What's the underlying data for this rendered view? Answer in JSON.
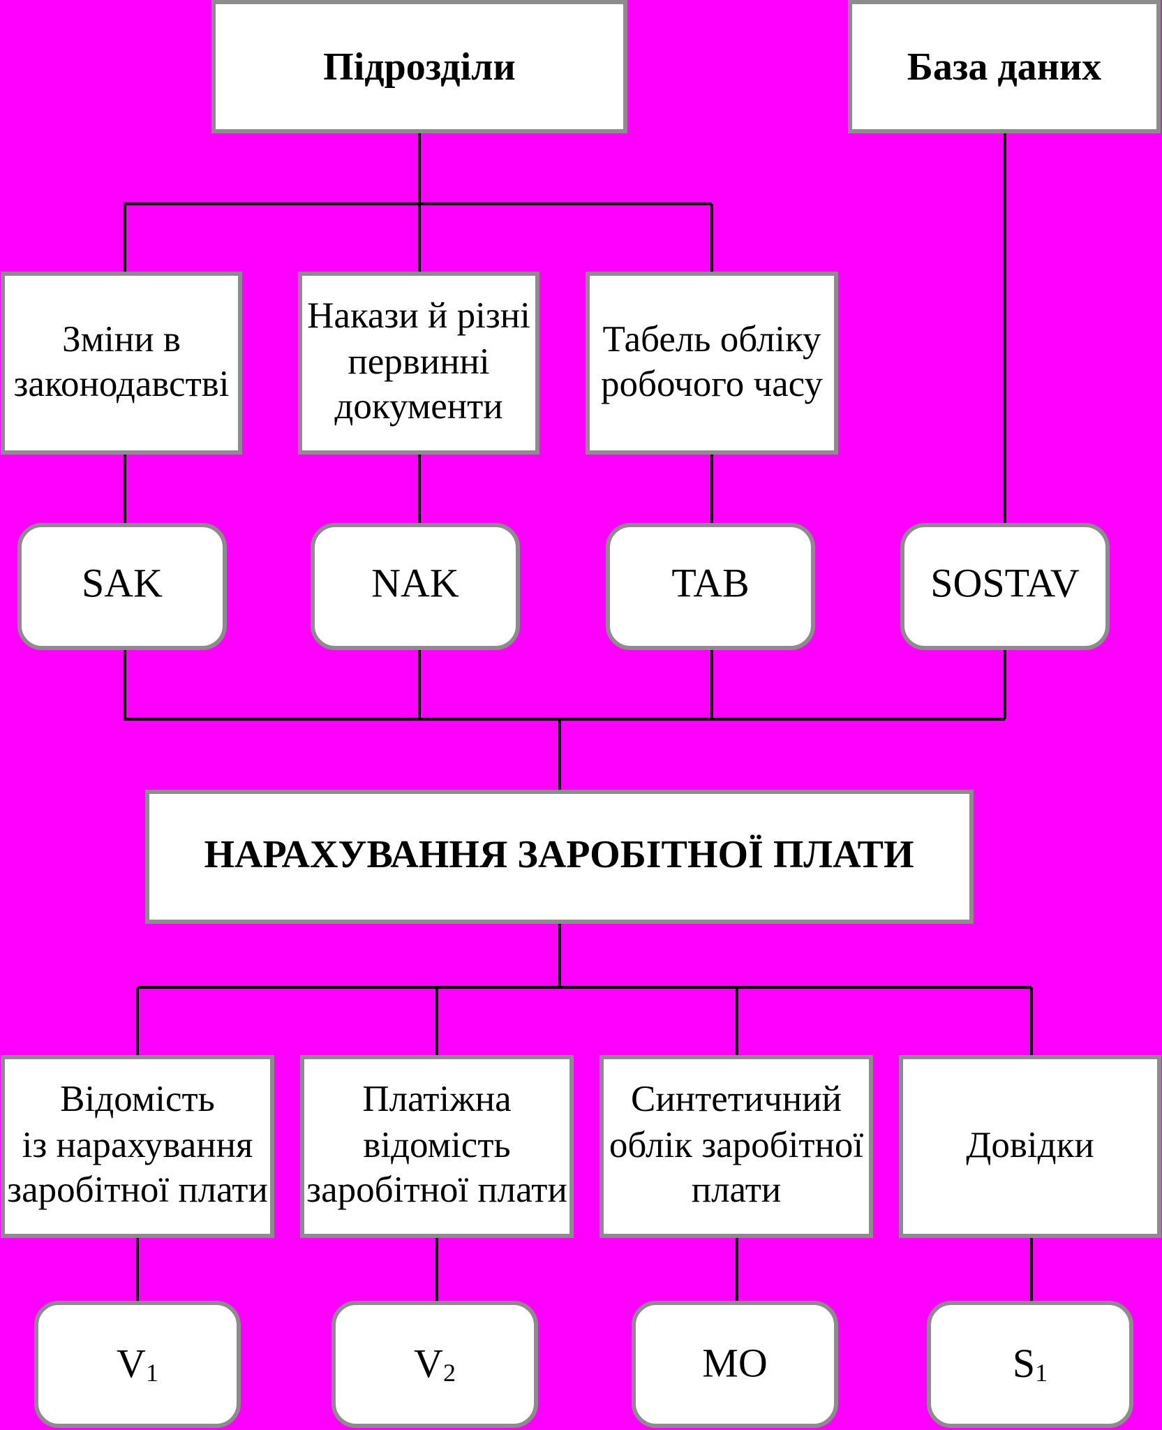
{
  "colors": {
    "background": "#ff00ff",
    "box_fill": "#ffffff",
    "box_border": "#8c8c8c",
    "connector": "#000000"
  },
  "sources": {
    "departments": "Підрозділи",
    "database": "База даних"
  },
  "inputs": {
    "legislation": [
      "Зміни в",
      "законодавстві"
    ],
    "orders": [
      "Накази й різні",
      "первинні",
      "документи"
    ],
    "timesheet": [
      "Табель обліку",
      "робочого часу"
    ]
  },
  "files_in": {
    "sak": "SAK",
    "nak": "NAK",
    "tab": "TAB",
    "sostav": "SOSTAV"
  },
  "process": "НАРАХУВАННЯ ЗАРОБІТНОЇ ПЛАТИ",
  "outputs": {
    "payroll_sheet": [
      "Відомість",
      "із нарахування",
      "заробітної плати"
    ],
    "payment_sheet": [
      "Платіжна",
      "відомість",
      "заробітної плати"
    ],
    "synthetic": [
      "Синтетичний",
      "облік заробітної",
      "плати"
    ],
    "references": "Довідки"
  },
  "files_out": {
    "v1": {
      "base": "V",
      "sub": "1"
    },
    "v2": {
      "base": "V",
      "sub": "2"
    },
    "mo": {
      "base": "МО",
      "sub": ""
    },
    "s1": {
      "base": "S",
      "sub": "1"
    }
  }
}
